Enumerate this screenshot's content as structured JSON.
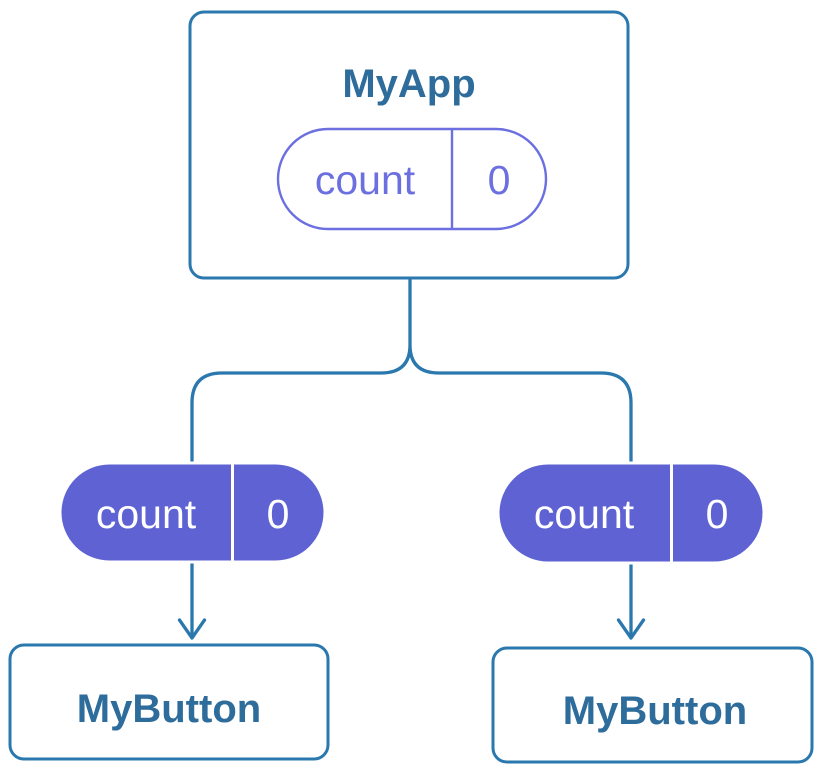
{
  "diagram": {
    "type": "component-state-tree",
    "root": {
      "label": "MyApp",
      "state": {
        "name": "count",
        "value": "0"
      }
    },
    "children": [
      {
        "label": "MyButton",
        "state": {
          "name": "count",
          "value": "0"
        }
      },
      {
        "label": "MyButton",
        "state": {
          "name": "count",
          "value": "0"
        }
      }
    ],
    "colors": {
      "background": "#ffffff",
      "node_border": "#2A78AD",
      "node_fill": "#ffffff",
      "node_label_text": "#2D6C9B",
      "connector": "#2A78AD",
      "state_pill_outline": "#6B6FE0",
      "state_pill_outline_text": "#6B6FE0",
      "state_pill_fill": "#5E62D3",
      "state_pill_fill_text": "#ffffff"
    }
  }
}
